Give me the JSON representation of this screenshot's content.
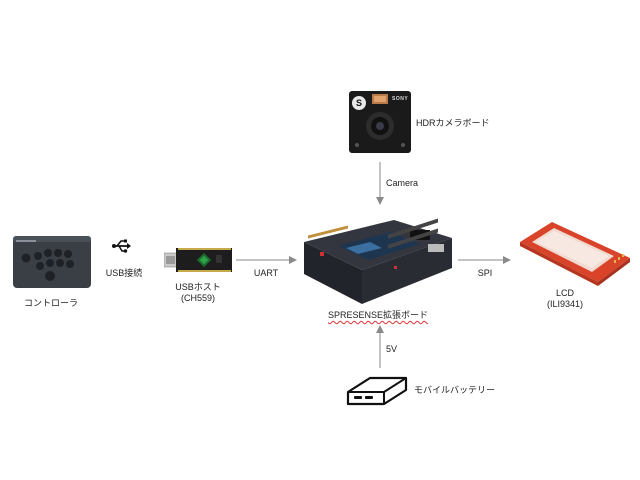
{
  "nodes": {
    "controller": {
      "label": "コントローラ"
    },
    "usb_connection": {
      "label": "USB接続"
    },
    "usb_host": {
      "label_line1": "USBホスト",
      "label_line2": "(CH559)"
    },
    "camera_board": {
      "label": "HDRカメラボード",
      "brand": "SONY",
      "badge": "S"
    },
    "spresense": {
      "label": "SPRESENSE拡張ボード"
    },
    "lcd": {
      "label_line1": "LCD",
      "label_line2": "(ILI9341)"
    },
    "battery": {
      "label": "モバイルバッテリー"
    }
  },
  "connections": {
    "uart": "UART",
    "camera": "Camera",
    "spi": "SPI",
    "power": "5V"
  },
  "colors": {
    "arrow": "#8a8a8a",
    "controller_body": "#3a3f45",
    "usb_host_pcb": "#1d1d1d",
    "spresense_pcb": "#2a2a33",
    "lcd_pcb": "#d8432a",
    "lcd_screen": "#f1d9cf"
  }
}
